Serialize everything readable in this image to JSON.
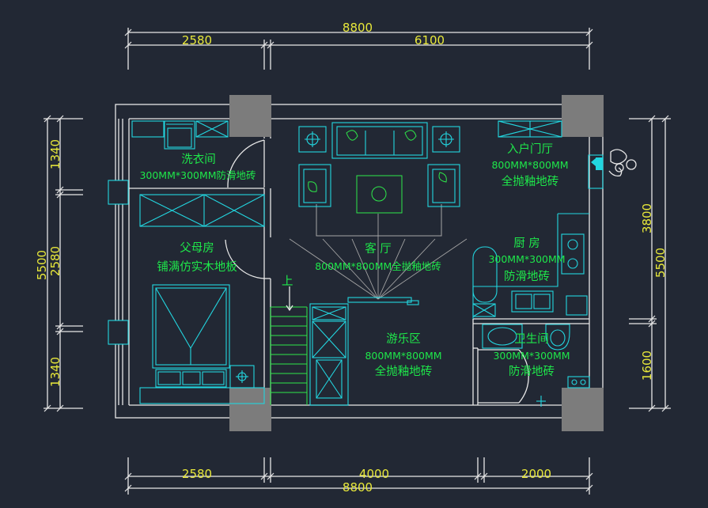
{
  "dimensions": {
    "top_total": "8800",
    "top_left": "2580",
    "top_right": "6100",
    "bottom_left": "2580",
    "bottom_mid": "4000",
    "bottom_right": "2000",
    "bottom_total": "8800",
    "left_total": "5500",
    "left_top": "1340",
    "left_mid": "2580",
    "left_bottom": "1340",
    "right_top": "3800",
    "right_total": "5500",
    "right_bottom": "1600"
  },
  "rooms": {
    "laundry": {
      "name": "洗衣间",
      "floor": "300MM*300MM防滑地砖"
    },
    "entrance": {
      "name": "入户门厅",
      "floor_size": "800MM*800MM",
      "floor_type": "全抛釉地砖"
    },
    "parents": {
      "name": "父母房",
      "floor": "铺满仿实木地板"
    },
    "living": {
      "name": "客 厅",
      "floor": "800MM*800MM全抛釉地砖"
    },
    "kitchen": {
      "name": "厨 房",
      "floor_size": "300MM*300MM",
      "floor_type": "防滑地砖"
    },
    "play": {
      "name": "游乐区",
      "floor_size": "800MM*800MM",
      "floor_type": "全抛釉地砖"
    },
    "bathroom": {
      "name": "卫生间",
      "floor_size": "300MM*300MM",
      "floor_type": "防滑地砖"
    }
  },
  "stair_label": "上"
}
